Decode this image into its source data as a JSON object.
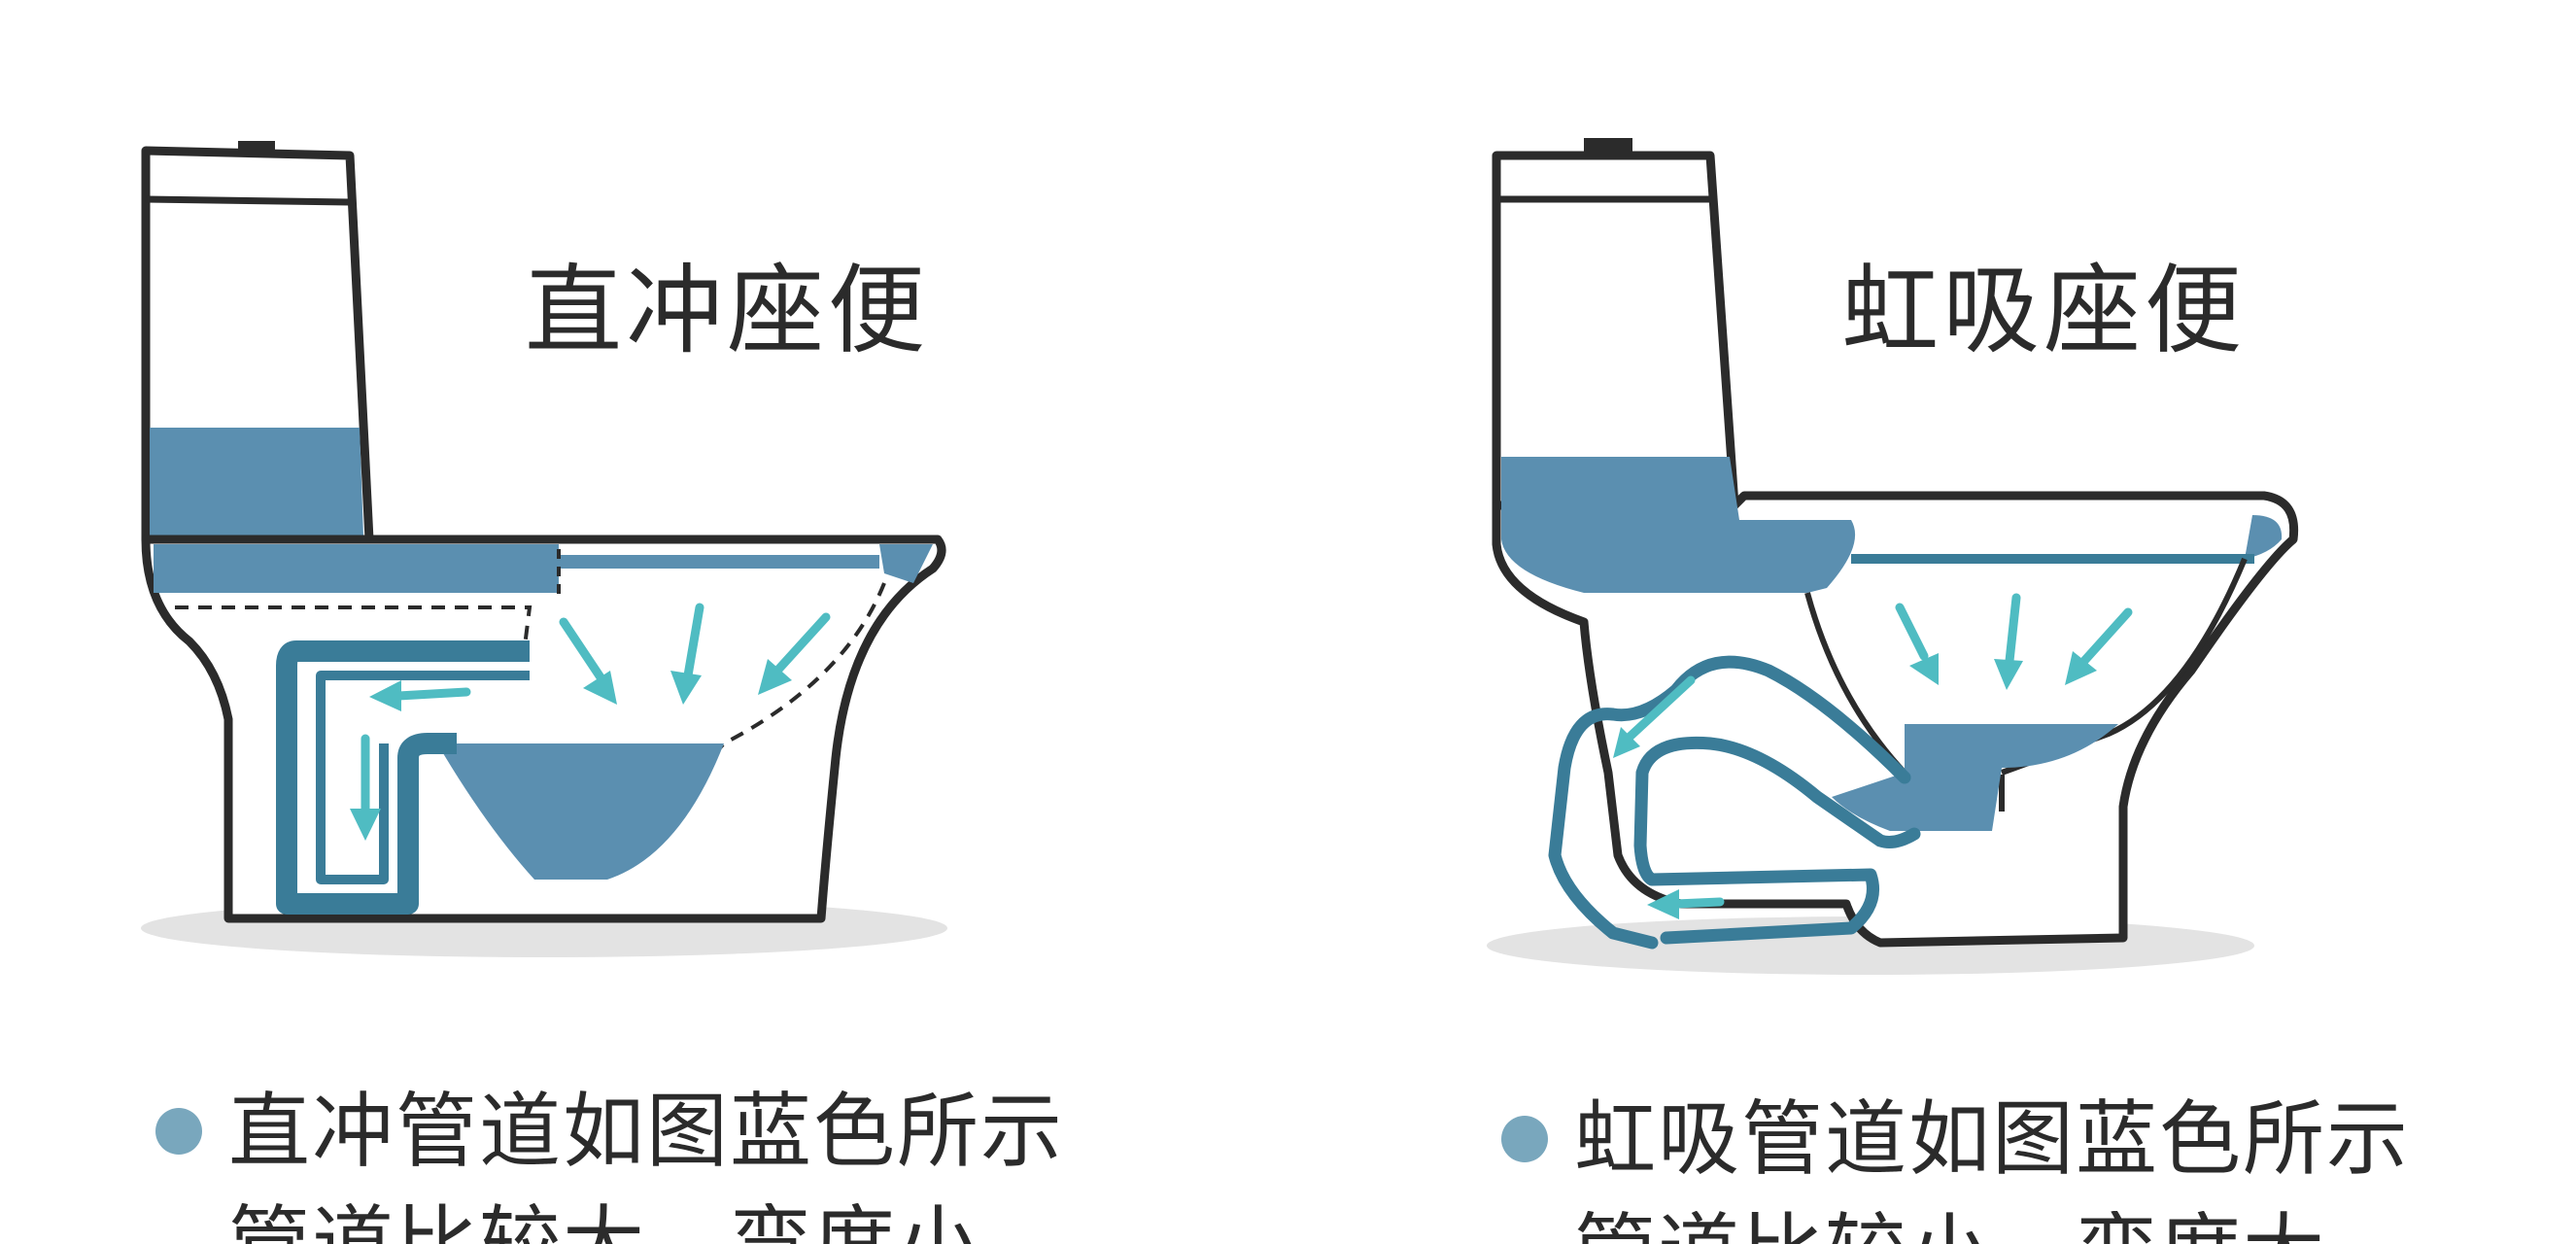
{
  "colors": {
    "water": "#5b8fb0",
    "pipe": "#3a7c98",
    "arrow": "#4fbcc2",
    "outline": "#2b2b2b",
    "shadow": "#e3e3e3",
    "bullet": "#79a7bd"
  },
  "left": {
    "title": "直冲座便",
    "caption": "直冲管道如图蓝色所示",
    "caption_line2": "管道比较大，弯度小"
  },
  "right": {
    "title": "虹吸座便",
    "caption": "虹吸管道如图蓝色所示",
    "caption_line2": "管道比较小，弯度大"
  }
}
